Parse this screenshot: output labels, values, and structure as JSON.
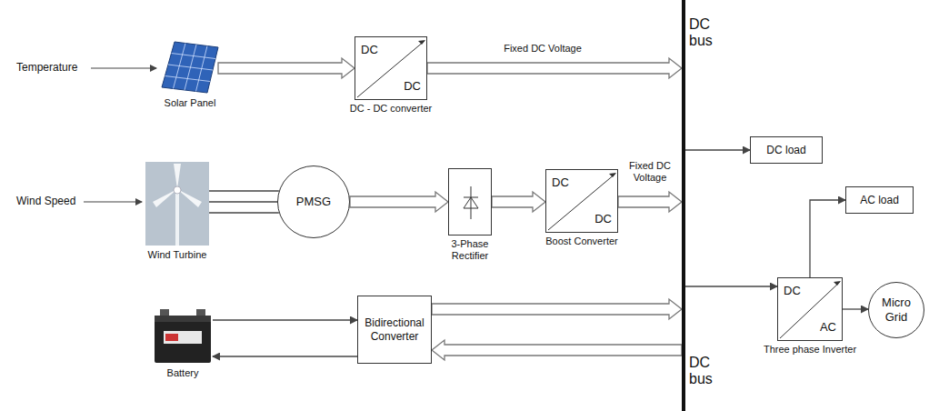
{
  "diagram": {
    "nodes": [
      {
        "text": [
          "Solar Panel"
        ]
      },
      {
        "text": [
          "DC",
          "DC",
          "DC - DC converter"
        ]
      },
      {
        "text": [
          "DC bus",
          "DC bus"
        ]
      },
      {
        "text": [
          "DC load"
        ]
      },
      {
        "text": [
          "Wind Turbine"
        ]
      },
      {
        "text": [
          "PMSG"
        ]
      },
      {
        "text": [
          "3-Phase Rectifier"
        ]
      },
      {
        "text": [
          "DC",
          "DC",
          "Boost Converter"
        ]
      },
      {
        "text": [
          "AC load"
        ]
      },
      {
        "text": [
          "DC",
          "AC",
          "Three phase Inverter"
        ]
      },
      {
        "text": [
          "Micro Grid"
        ]
      },
      {
        "text": [
          "Battery"
        ]
      },
      {
        "text": [
          "Bidirectional Converter"
        ]
      }
    ],
    "edges": [
      {
        "from": 0,
        "to": 1,
        "arrow": "to"
      },
      {
        "from": 1,
        "to": 2,
        "label": "Fixed DC Voltage",
        "arrow": "to"
      },
      {
        "from": 4,
        "to": 5,
        "arrow": "none"
      },
      {
        "from": 5,
        "to": 6,
        "arrow": "to"
      },
      {
        "from": 6,
        "to": 7,
        "arrow": "to"
      },
      {
        "from": 7,
        "to": 2,
        "label": "Fixed DC Voltage",
        "arrow": "to"
      },
      {
        "from": 2,
        "to": 3,
        "arrow": "to"
      },
      {
        "from": 2,
        "to": 9,
        "arrow": "to"
      },
      {
        "from": 9,
        "to": 8,
        "arrow": "to"
      },
      {
        "from": 9,
        "to": 10,
        "arrow": "to"
      },
      {
        "from": 11,
        "to": 12,
        "arrow": "to"
      },
      {
        "from": 12,
        "to": 11,
        "arrow": "to"
      },
      {
        "from": 12,
        "to": 2,
        "arrow": "to"
      },
      {
        "from": 2,
        "to": 12,
        "arrow": "to"
      }
    ],
    "labels": [
      "Temperature",
      "Wind Speed"
    ]
  }
}
